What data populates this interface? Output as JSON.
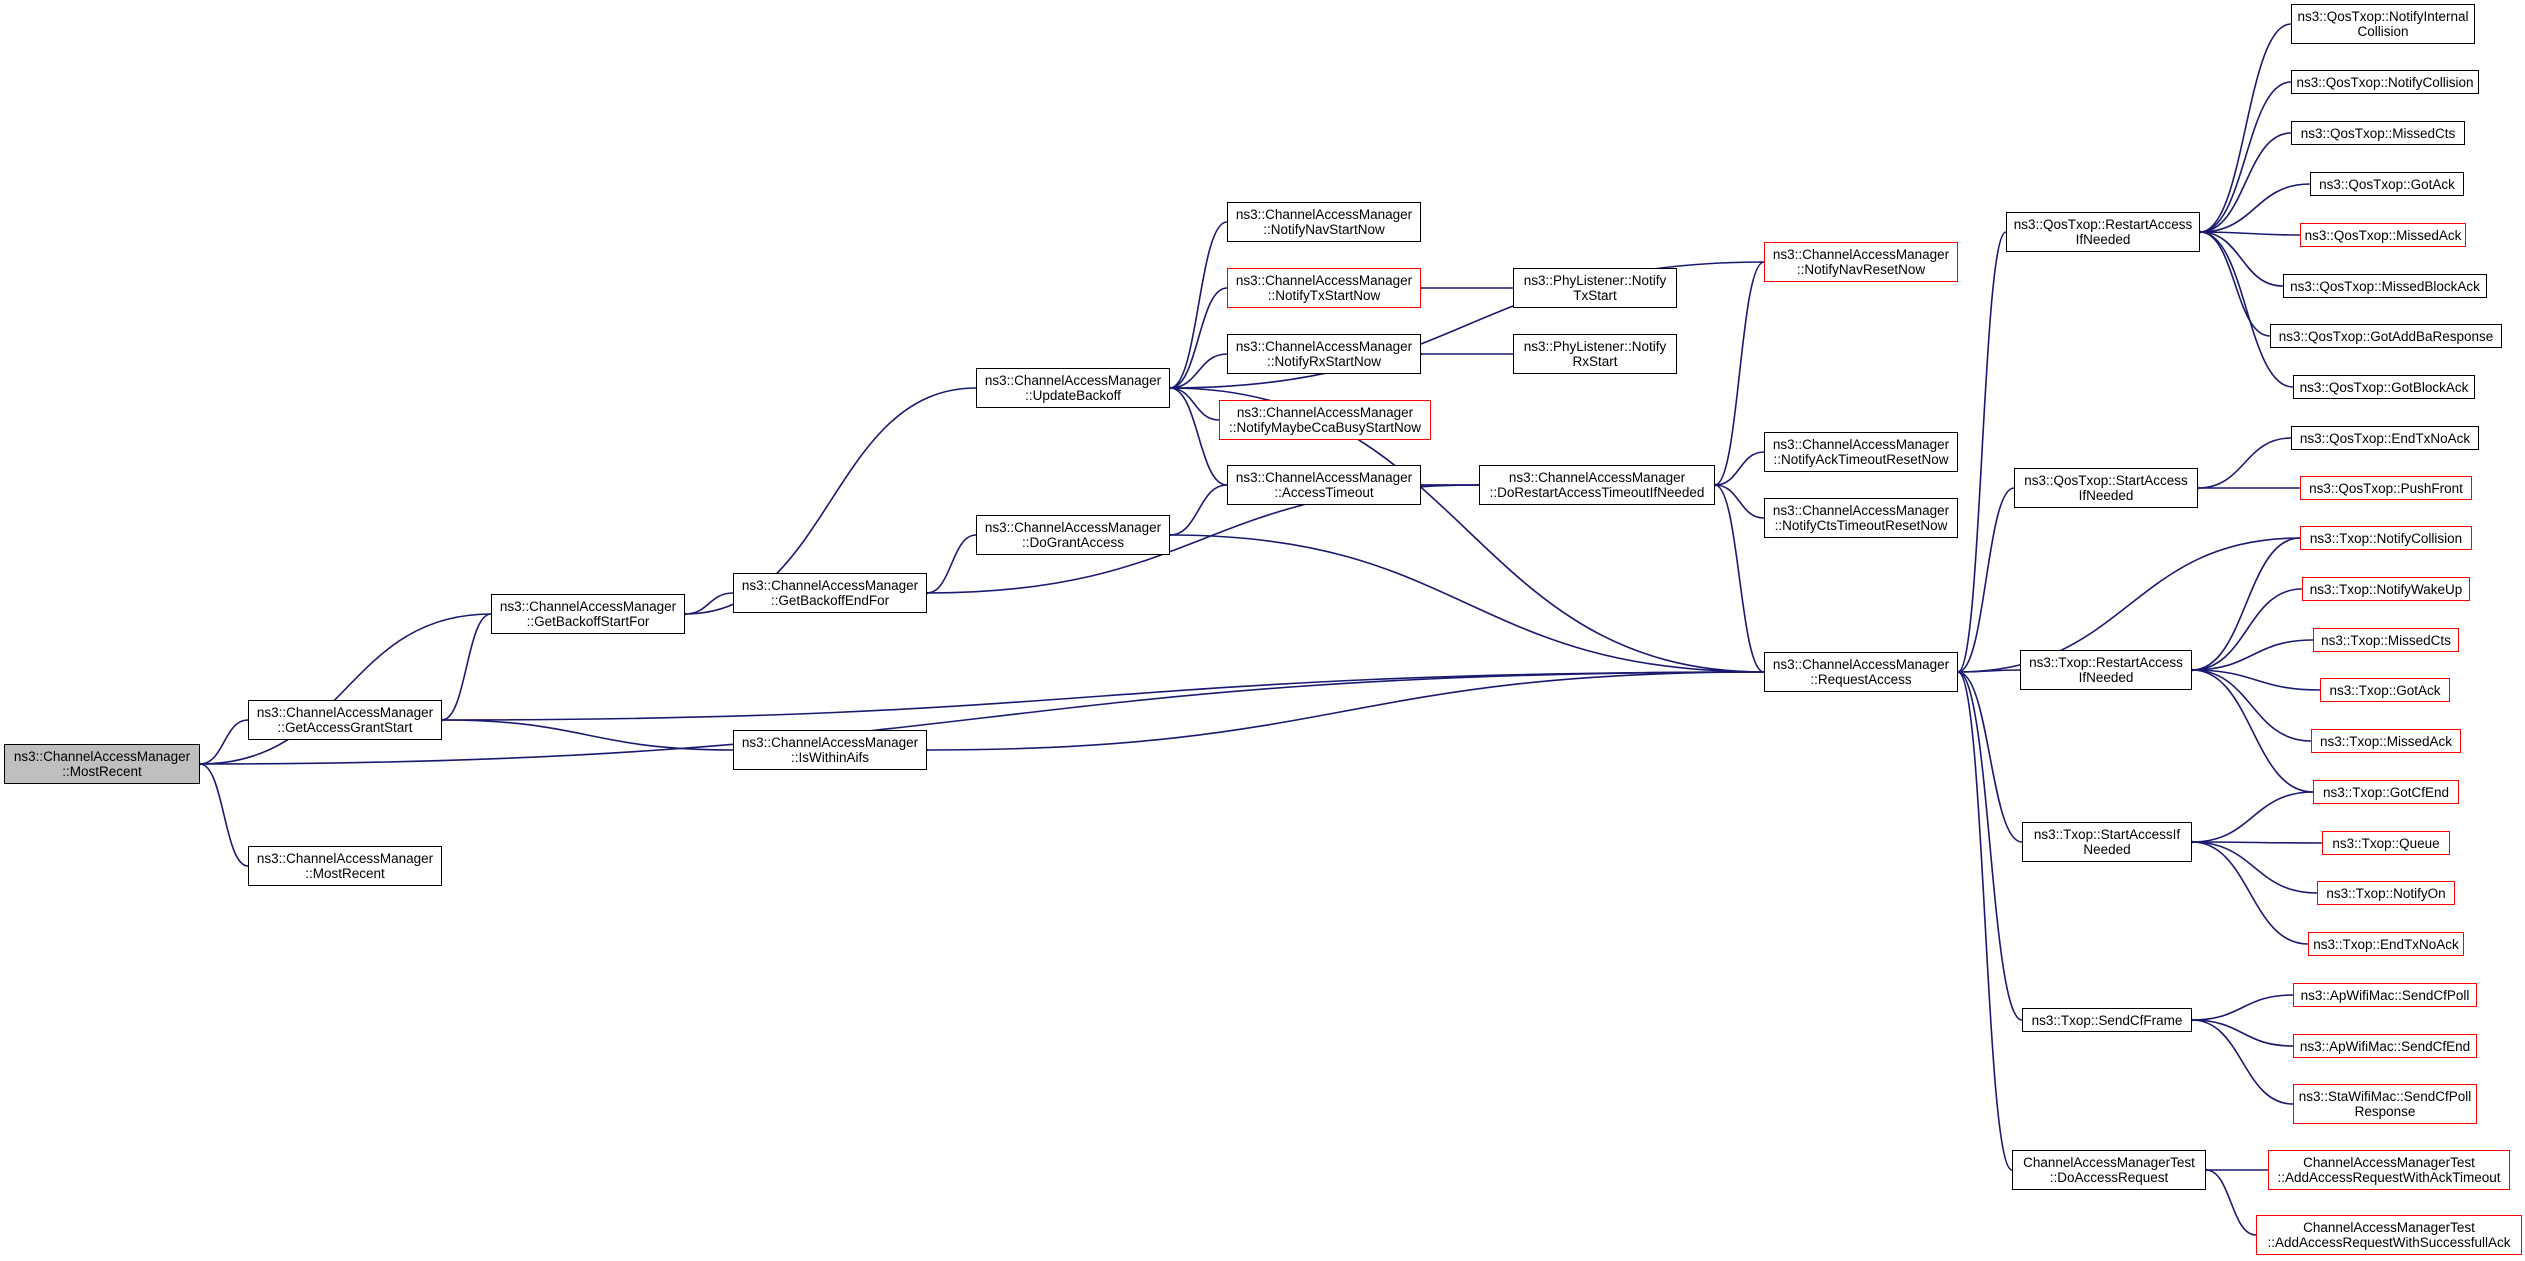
{
  "colors": {
    "edge": "#191970",
    "node_border": "#000000",
    "node_border_truncated": "#ff0000",
    "focus_fill": "#bfbfbf",
    "background": "#ffffff"
  },
  "nodes": {
    "mostrecent_main": {
      "lines": [
        "ns3::ChannelAccessManager",
        "::MostRecent"
      ],
      "style": "focus"
    },
    "getaccessgrantstart": {
      "lines": [
        "ns3::ChannelAccessManager",
        "::GetAccessGrantStart"
      ],
      "style": "normal"
    },
    "mostrecent_2": {
      "lines": [
        "ns3::ChannelAccessManager",
        "::MostRecent"
      ],
      "style": "normal"
    },
    "getbackoffstartfor": {
      "lines": [
        "ns3::ChannelAccessManager",
        "::GetBackoffStartFor"
      ],
      "style": "normal"
    },
    "getbackoffendfor": {
      "lines": [
        "ns3::ChannelAccessManager",
        "::GetBackoffEndFor"
      ],
      "style": "normal"
    },
    "iswithinaifs": {
      "lines": [
        "ns3::ChannelAccessManager",
        "::IsWithinAifs"
      ],
      "style": "normal"
    },
    "updatebackoff": {
      "lines": [
        "ns3::ChannelAccessManager",
        "::UpdateBackoff"
      ],
      "style": "normal"
    },
    "dograntaccess": {
      "lines": [
        "ns3::ChannelAccessManager",
        "::DoGrantAccess"
      ],
      "style": "normal"
    },
    "notifynavstartnow": {
      "lines": [
        "ns3::ChannelAccessManager",
        "::NotifyNavStartNow"
      ],
      "style": "normal"
    },
    "notifytxstartnow": {
      "lines": [
        "ns3::ChannelAccessManager",
        "::NotifyTxStartNow"
      ],
      "style": "red"
    },
    "notifyrxstartnow": {
      "lines": [
        "ns3::ChannelAccessManager",
        "::NotifyRxStartNow"
      ],
      "style": "normal"
    },
    "notifymaybeccabusystartnow": {
      "lines": [
        "ns3::ChannelAccessManager",
        "::NotifyMaybeCcaBusyStartNow"
      ],
      "style": "red"
    },
    "accesstimeout": {
      "lines": [
        "ns3::ChannelAccessManager",
        "::AccessTimeout"
      ],
      "style": "normal"
    },
    "phylistener_txstart": {
      "lines": [
        "ns3::PhyListener::Notify",
        "TxStart"
      ],
      "style": "normal"
    },
    "phylistener_rxstart": {
      "lines": [
        "ns3::PhyListener::Notify",
        "RxStart"
      ],
      "style": "normal"
    },
    "dorestartaccess": {
      "lines": [
        "ns3::ChannelAccessManager",
        "::DoRestartAccessTimeoutIfNeeded"
      ],
      "style": "normal"
    },
    "notifynavresetnow": {
      "lines": [
        "ns3::ChannelAccessManager",
        "::NotifyNavResetNow"
      ],
      "style": "red"
    },
    "notifyacktimeoutresetnow": {
      "lines": [
        "ns3::ChannelAccessManager",
        "::NotifyAckTimeoutResetNow"
      ],
      "style": "normal"
    },
    "notifyctstimeoutresetnow": {
      "lines": [
        "ns3::ChannelAccessManager",
        "::NotifyCtsTimeoutResetNow"
      ],
      "style": "normal"
    },
    "requestaccess": {
      "lines": [
        "ns3::ChannelAccessManager",
        "::RequestAccess"
      ],
      "style": "normal"
    },
    "qos_restartaccess": {
      "lines": [
        "ns3::QosTxop::RestartAccess",
        "IfNeeded"
      ],
      "style": "normal"
    },
    "qos_startaccess": {
      "lines": [
        "ns3::QosTxop::StartAccess",
        "IfNeeded"
      ],
      "style": "normal"
    },
    "txop_restartaccess": {
      "lines": [
        "ns3::Txop::RestartAccess",
        "IfNeeded"
      ],
      "style": "normal"
    },
    "txop_startaccess": {
      "lines": [
        "ns3::Txop::StartAccessIf",
        "Needed"
      ],
      "style": "normal"
    },
    "txop_sendcfframe": {
      "lines": [
        "ns3::Txop::SendCfFrame"
      ],
      "style": "normal"
    },
    "test_doaccessrequest": {
      "lines": [
        "ChannelAccessManagerTest",
        "::DoAccessRequest"
      ],
      "style": "normal"
    },
    "qos_notifyinternalcollision": {
      "lines": [
        "ns3::QosTxop::NotifyInternal",
        "Collision"
      ],
      "style": "normal"
    },
    "qos_notifycollision": {
      "lines": [
        "ns3::QosTxop::NotifyCollision"
      ],
      "style": "normal"
    },
    "qos_missedcts": {
      "lines": [
        "ns3::QosTxop::MissedCts"
      ],
      "style": "normal"
    },
    "qos_gotack": {
      "lines": [
        "ns3::QosTxop::GotAck"
      ],
      "style": "normal"
    },
    "qos_missedack": {
      "lines": [
        "ns3::QosTxop::MissedAck"
      ],
      "style": "red"
    },
    "qos_missedblockack": {
      "lines": [
        "ns3::QosTxop::MissedBlockAck"
      ],
      "style": "normal"
    },
    "qos_gotaddbaresponse": {
      "lines": [
        "ns3::QosTxop::GotAddBaResponse"
      ],
      "style": "normal"
    },
    "qos_gotblockack": {
      "lines": [
        "ns3::QosTxop::GotBlockAck"
      ],
      "style": "normal"
    },
    "qos_endtxnoack": {
      "lines": [
        "ns3::QosTxop::EndTxNoAck"
      ],
      "style": "normal"
    },
    "qos_pushfront": {
      "lines": [
        "ns3::QosTxop::PushFront"
      ],
      "style": "red"
    },
    "txop_notifycollision": {
      "lines": [
        "ns3::Txop::NotifyCollision"
      ],
      "style": "red"
    },
    "txop_notifywakeup": {
      "lines": [
        "ns3::Txop::NotifyWakeUp"
      ],
      "style": "red"
    },
    "txop_missedcts": {
      "lines": [
        "ns3::Txop::MissedCts"
      ],
      "style": "red"
    },
    "txop_gotack": {
      "lines": [
        "ns3::Txop::GotAck"
      ],
      "style": "red"
    },
    "txop_missedack": {
      "lines": [
        "ns3::Txop::MissedAck"
      ],
      "style": "red"
    },
    "txop_gotcfend": {
      "lines": [
        "ns3::Txop::GotCfEnd"
      ],
      "style": "red"
    },
    "txop_queue": {
      "lines": [
        "ns3::Txop::Queue"
      ],
      "style": "red"
    },
    "txop_notifyon": {
      "lines": [
        "ns3::Txop::NotifyOn"
      ],
      "style": "red"
    },
    "txop_endtxnoack": {
      "lines": [
        "ns3::Txop::EndTxNoAck"
      ],
      "style": "red"
    },
    "apwifimac_sendcfpoll": {
      "lines": [
        "ns3::ApWifiMac::SendCfPoll"
      ],
      "style": "red"
    },
    "apwifimac_sendcfend": {
      "lines": [
        "ns3::ApWifiMac::SendCfEnd"
      ],
      "style": "red"
    },
    "stawifimac_sendcfpollresponse": {
      "lines": [
        "ns3::StaWifiMac::SendCfPoll",
        "Response"
      ],
      "style": "red"
    },
    "test_addaccessrequestwithacktimeout": {
      "lines": [
        "ChannelAccessManagerTest",
        "::AddAccessRequestWithAckTimeout"
      ],
      "style": "red"
    },
    "test_addaccessrequestwithsuccessfullack": {
      "lines": [
        "ChannelAccessManagerTest",
        "::AddAccessRequestWithSuccessfullAck"
      ],
      "style": "red"
    }
  },
  "edges": [
    [
      "getbackoffstartfor",
      "mostrecent_main"
    ],
    [
      "getaccessgrantstart",
      "mostrecent_main"
    ],
    [
      "mostrecent_2",
      "mostrecent_main"
    ],
    [
      "requestaccess",
      "mostrecent_main"
    ],
    [
      "getbackoffstartfor",
      "getaccessgrantstart"
    ],
    [
      "requestaccess",
      "getaccessgrantstart"
    ],
    [
      "iswithinaifs",
      "getaccessgrantstart"
    ],
    [
      "updatebackoff",
      "getbackoffstartfor"
    ],
    [
      "getbackoffendfor",
      "getbackoffstartfor"
    ],
    [
      "dograntaccess",
      "getbackoffendfor"
    ],
    [
      "dorestartaccess",
      "getbackoffendfor"
    ],
    [
      "requestaccess",
      "iswithinaifs"
    ],
    [
      "notifynavresetnow",
      "updatebackoff"
    ],
    [
      "notifynavstartnow",
      "updatebackoff"
    ],
    [
      "notifytxstartnow",
      "updatebackoff"
    ],
    [
      "notifyrxstartnow",
      "updatebackoff"
    ],
    [
      "notifymaybeccabusystartnow",
      "updatebackoff"
    ],
    [
      "accesstimeout",
      "updatebackoff"
    ],
    [
      "requestaccess",
      "updatebackoff"
    ],
    [
      "accesstimeout",
      "dograntaccess"
    ],
    [
      "requestaccess",
      "dograntaccess"
    ],
    [
      "phylistener_txstart",
      "notifytxstartnow"
    ],
    [
      "phylistener_rxstart",
      "notifyrxstartnow"
    ],
    [
      "dorestartaccess",
      "accesstimeout"
    ],
    [
      "accesstimeout",
      "dorestartaccess"
    ],
    [
      "notifynavresetnow",
      "dorestartaccess"
    ],
    [
      "notifyacktimeoutresetnow",
      "dorestartaccess"
    ],
    [
      "notifyctstimeoutresetnow",
      "dorestartaccess"
    ],
    [
      "requestaccess",
      "dorestartaccess"
    ],
    [
      "qos_restartaccess",
      "requestaccess"
    ],
    [
      "qos_startaccess",
      "requestaccess"
    ],
    [
      "txop_restartaccess",
      "requestaccess"
    ],
    [
      "txop_notifycollision",
      "requestaccess"
    ],
    [
      "txop_startaccess",
      "requestaccess"
    ],
    [
      "txop_sendcfframe",
      "requestaccess"
    ],
    [
      "test_doaccessrequest",
      "requestaccess"
    ],
    [
      "qos_notifyinternalcollision",
      "qos_restartaccess"
    ],
    [
      "qos_notifycollision",
      "qos_restartaccess"
    ],
    [
      "qos_missedcts",
      "qos_restartaccess"
    ],
    [
      "qos_gotack",
      "qos_restartaccess"
    ],
    [
      "qos_missedack",
      "qos_restartaccess"
    ],
    [
      "qos_missedblockack",
      "qos_restartaccess"
    ],
    [
      "qos_gotaddbaresponse",
      "qos_restartaccess"
    ],
    [
      "qos_gotblockack",
      "qos_restartaccess"
    ],
    [
      "qos_endtxnoack",
      "qos_startaccess"
    ],
    [
      "qos_pushfront",
      "qos_startaccess"
    ],
    [
      "txop_notifycollision",
      "txop_restartaccess"
    ],
    [
      "txop_notifywakeup",
      "txop_restartaccess"
    ],
    [
      "txop_missedcts",
      "txop_restartaccess"
    ],
    [
      "txop_gotack",
      "txop_restartaccess"
    ],
    [
      "txop_missedack",
      "txop_restartaccess"
    ],
    [
      "txop_gotcfend",
      "txop_restartaccess"
    ],
    [
      "txop_gotcfend",
      "txop_startaccess"
    ],
    [
      "txop_queue",
      "txop_startaccess"
    ],
    [
      "txop_notifyon",
      "txop_startaccess"
    ],
    [
      "txop_endtxnoack",
      "txop_startaccess"
    ],
    [
      "apwifimac_sendcfpoll",
      "txop_sendcfframe"
    ],
    [
      "apwifimac_sendcfend",
      "txop_sendcfframe"
    ],
    [
      "stawifimac_sendcfpollresponse",
      "txop_sendcfframe"
    ],
    [
      "test_addaccessrequestwithacktimeout",
      "test_doaccessrequest"
    ],
    [
      "test_addaccessrequestwithsuccessfullack",
      "test_doaccessrequest"
    ]
  ]
}
